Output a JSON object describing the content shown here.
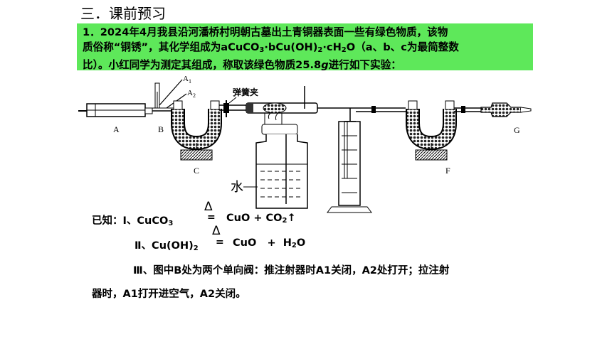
{
  "heading": "三．课前预习",
  "question": {
    "line1": "1．2024年4月我县沿河潘桥村明朝古墓出土青铜器表面一些有绿色物质，该物",
    "line2_a": "质俗称“铜锈”，其化学组成为aCuCO",
    "line2_sub1": "3",
    "line2_b": "·bCu(OH)",
    "line2_sub2": "2",
    "line2_c": "·cH",
    "line2_sub3": "2",
    "line2_d": "O（a、b、c为最简整数",
    "line3_a": "比）。小红同学为测定其组成，称取该绿色物质25.8",
    "line3_unit": "g",
    "line3_b": "进行如下实验："
  },
  "diagram": {
    "labels": {
      "A": "A",
      "B": "B",
      "C": "C",
      "F": "F",
      "G": "G",
      "A1_main": "A",
      "A1_sub": "1",
      "A2_main": "A",
      "A2_sub": "2",
      "clamp": "弹簧夹",
      "water": "水"
    }
  },
  "known": {
    "prefix": "已知：Ⅰ、",
    "r1_a": "CuCO",
    "r1_sub": "3",
    "r1_tail": "CuO + CO",
    "r1_tail_sub": "2",
    "r1_tail_end": "↑",
    "r2_a": "Ⅱ、Cu(OH)",
    "r2_sub": "2",
    "r2_b": "CuO",
    "r2_plus": "+",
    "r2_c": "H",
    "r2_c_sub": "2",
    "r2_c_end": "O",
    "r3_line1": "Ⅲ、图中B处为两个单向阀：推注射器时A1关闭，A2处打开；拉注射",
    "r3_line2": "器时，A1打开进空气，A2关闭。",
    "delta": "Δ",
    "equals": "="
  }
}
